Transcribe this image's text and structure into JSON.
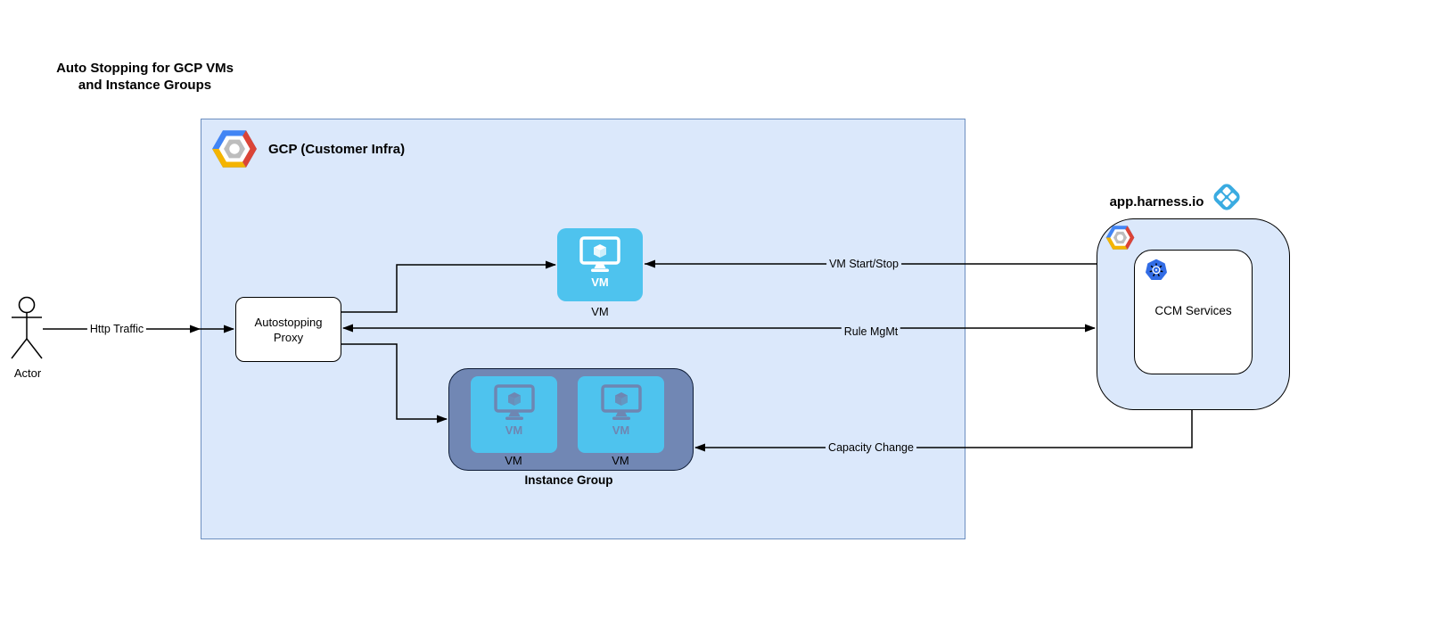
{
  "title": {
    "text": "Auto Stopping for GCP VMs\nand Instance Groups"
  },
  "actor": {
    "label": "Actor"
  },
  "gcp": {
    "label": "GCP (Customer Infra)",
    "proxy": {
      "label": "Autostopping\nProxy"
    },
    "vm": {
      "icon_label": "VM",
      "label": "VM"
    },
    "instance_group": {
      "label": "Instance Group",
      "vms": [
        {
          "icon_label": "VM",
          "label": "VM"
        },
        {
          "icon_label": "VM",
          "label": "VM"
        }
      ]
    }
  },
  "harness": {
    "label": "app.harness.io",
    "ccm": {
      "label": "CCM Services"
    }
  },
  "edges": {
    "http_traffic": {
      "label": "Http Traffic"
    },
    "vm_start_stop": {
      "label": "VM Start/Stop"
    },
    "rule_mgmt": {
      "label": "Rule MgMt"
    },
    "capacity_change": {
      "label": "Capacity Change"
    }
  },
  "colors": {
    "gcp_fill": "#dbe8fb",
    "gcp_border": "#6c8ebf",
    "vm_blue": "#4ec3ee",
    "group_fill": "#7187b4",
    "group_muted": "#6e86b2",
    "harness_blue": "#3aabe1",
    "k8s_blue": "#326ce5",
    "gcp_logo_blue": "#4285f4",
    "gcp_logo_red": "#db4437",
    "gcp_logo_yellow": "#f4b400",
    "gcp_logo_gray": "#bdbdbd"
  }
}
